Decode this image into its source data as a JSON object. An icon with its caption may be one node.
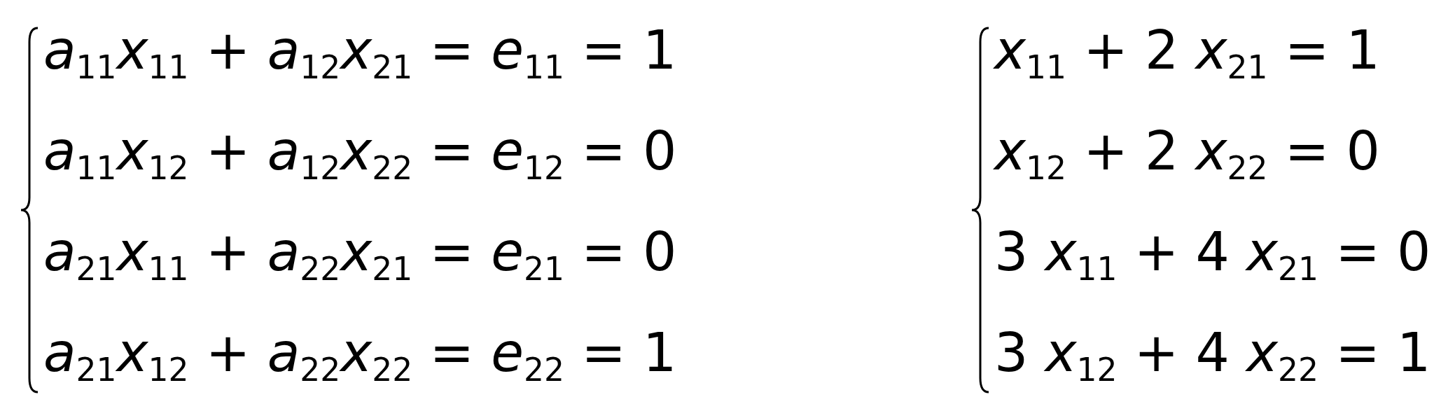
{
  "diagram": {
    "labels": [
      "*a*$_{11}$*x*$_{11}$ + *a*$_{12}$*x*$_{21}$ = *e*$_{11}$ = 1",
      "*x*$_{11}$ + 2 *x*$_{21}$ = 1",
      "*a*$_{11}$*x*$_{12}$ + *a*$_{12}$*x*$_{22}$ = *e*$_{12}$ = 0",
      "*x*$_{12}$ + 2 *x*$_{22}$ = 0",
      "*a*$_{21}$*x*$_{11}$ + *a*$_{22}$*x*$_{21}$ = *e*$_{21}$ = 0",
      "3 *x*$_{11}$ + 4 *x*$_{21}$ = 0",
      "*a*$_{21}$*x*$_{12}$ + *a*$_{22}$*x*$_{22}$ = *e*$_{22}$ = 1",
      "3 *x*$_{12}$ + 4 *x*$_{22}$ = 1"
    ]
  }
}
